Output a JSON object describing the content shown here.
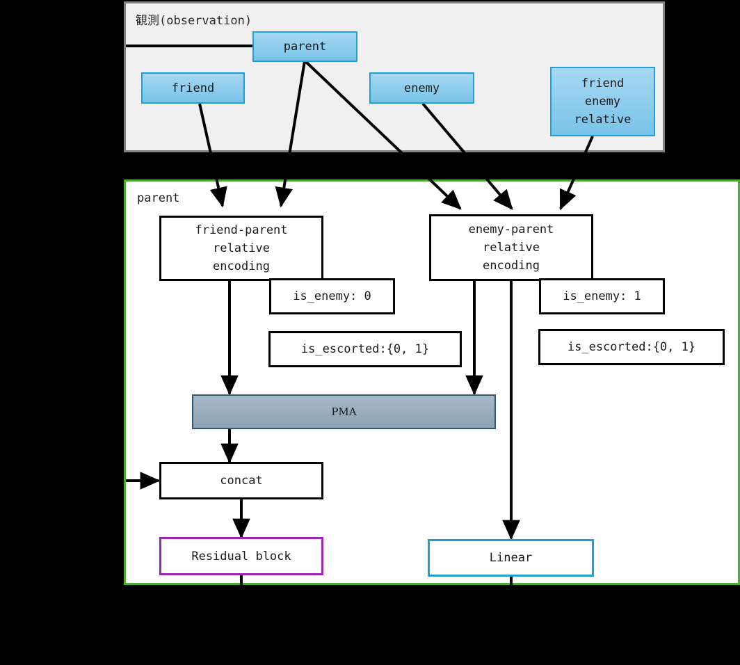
{
  "diagram": {
    "title": "neural network architecture diagram",
    "colors": {
      "observation_border": "#808080",
      "observation_fill": "#f0f0f0",
      "parent_panel_border": "#4fad33",
      "input_box_border": "#1ba1d8",
      "input_box_fill": "#8ccbee",
      "pma_fill": "#97adbf",
      "pma_border": "#33566e",
      "residual_border": "#9c27b0",
      "linear_border": "#1ba1d8",
      "edge": "#000000",
      "background": "#000000"
    }
  },
  "observation": {
    "title": "観測(observation)",
    "nodes": {
      "parent": "parent",
      "friend": "friend",
      "enemy": "enemy",
      "friend_enemy_relative": "friend\nenemy\nrelative"
    }
  },
  "parent_block": {
    "title": "parent",
    "nodes": {
      "friend_parent_relative_encoding": "friend-parent\nrelative\nencoding",
      "enemy_parent_relative_encoding": "enemy-parent\nrelative\nencoding",
      "is_enemy_friend": "is_enemy: 0",
      "is_enemy_enemy": "is_enemy: 1",
      "is_escorted_friend": "is_escorted:{0, 1}",
      "is_escorted_enemy": "is_escorted:{0, 1}",
      "pma": "PMA",
      "concat": "concat",
      "residual_block": "Residual block",
      "linear": "Linear"
    }
  }
}
